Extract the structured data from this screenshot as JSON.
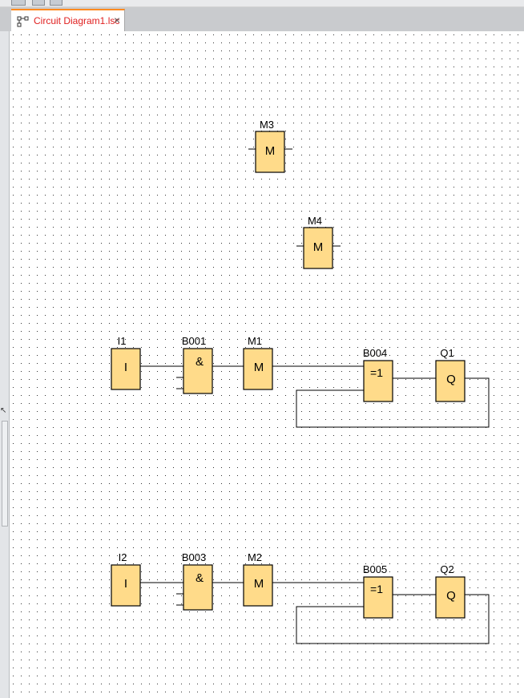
{
  "tab": {
    "title": "Circuit Diagram1.lsc",
    "close": "×",
    "active_color": "#ff8a1f",
    "title_color": "#e02020"
  },
  "gutter": {
    "mark": "↖"
  },
  "colors": {
    "block_fill": "#ffdb8a",
    "wire": "#000000",
    "grid_dot": "#333333"
  },
  "blocks": {
    "m3": {
      "name": "M3",
      "symbol": "M"
    },
    "m4": {
      "name": "M4",
      "symbol": "M"
    },
    "i1": {
      "name": "I1",
      "symbol": "I"
    },
    "b001": {
      "name": "B001",
      "symbol": "&"
    },
    "m1": {
      "name": "M1",
      "symbol": "M"
    },
    "b004": {
      "name": "B004",
      "symbol": "=1"
    },
    "q1": {
      "name": "Q1",
      "symbol": "Q"
    },
    "i2": {
      "name": "I2",
      "symbol": "I"
    },
    "b003": {
      "name": "B003",
      "symbol": "&"
    },
    "m2": {
      "name": "M2",
      "symbol": "M"
    },
    "b005": {
      "name": "B005",
      "symbol": "=1"
    },
    "q2": {
      "name": "Q2",
      "symbol": "Q"
    }
  }
}
